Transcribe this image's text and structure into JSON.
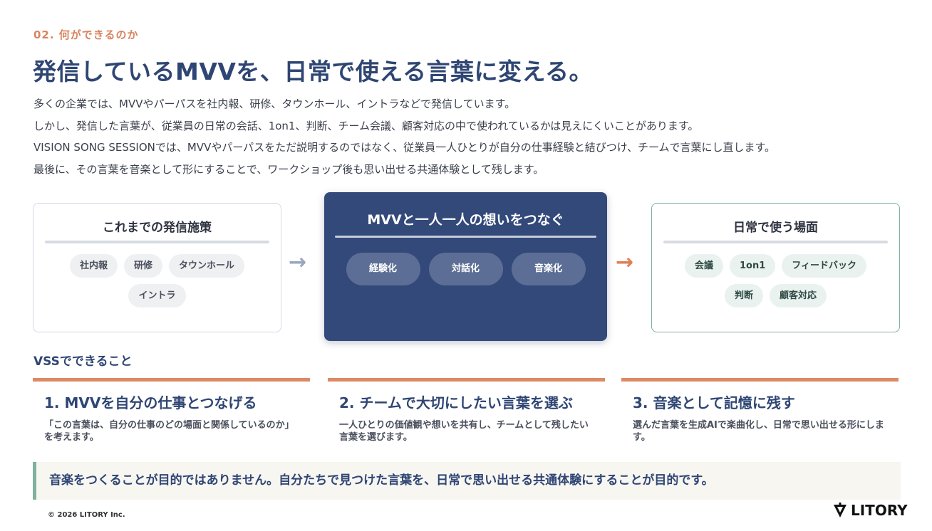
{
  "header": {
    "section_label": "02. 何ができるのか",
    "title": "発信しているMVVを、日常で使える言葉に変える。"
  },
  "intro": [
    "多くの企業では、MVVやパーパスを社内報、研修、タウンホール、イントラなどで発信しています。",
    "しかし、発信した言葉が、従業員の日常の会話、1on1、判断、チーム会議、顧客対応の中で使われているかは見えにくいことがあります。",
    "VISION SONG SESSIONでは、MVVやパーパスをただ説明するのではなく、従業員一人ひとりが自分の仕事経験と結びつけ、チームで言葉にし直します。",
    "最後に、その言葉を音楽として形にすることで、ワークショップ後も思い出せる共通体験として残します。"
  ],
  "flow": {
    "before": {
      "title": "これまでの発信施策",
      "chips": [
        "社内報",
        "研修",
        "タウンホール",
        "イントラ"
      ]
    },
    "center": {
      "title": "MVVと一人一人の想いをつなぐ",
      "chips": [
        "経験化",
        "対話化",
        "音楽化"
      ]
    },
    "after": {
      "title": "日常で使う場面",
      "chips": [
        "会議",
        "1on1",
        "フィードバック",
        "判断",
        "顧客対応"
      ]
    },
    "arrow_glyph": "→"
  },
  "vss": {
    "heading": "VSSでできること",
    "features": [
      {
        "title": "1. MVVを自分の仕事とつなげる",
        "text": "「この言葉は、自分の仕事のどの場面と関係しているのか」を考えます。"
      },
      {
        "title": "2. チームで大切にしたい言葉を選ぶ",
        "text": "一人ひとりの価値観や想いを共有し、チームとして残したい言葉を選びます。"
      },
      {
        "title": "3. 音楽として記憶に残す",
        "text": "選んだ言葉を生成AIで楽曲化し、日常で思い出せる形にします。"
      }
    ]
  },
  "callout": "音楽をつくることが目的ではありません。自分たちで見つけた言葉を、日常で思い出せる共通体験にすることが目的です。",
  "footer": {
    "copyright": "© 2026 LITORY Inc.",
    "logo_text": "LITORY"
  },
  "colors": {
    "accent": "#d9845f",
    "navy": "#2f4674",
    "center_card": "#32497a",
    "green": "#7fb0a0"
  }
}
